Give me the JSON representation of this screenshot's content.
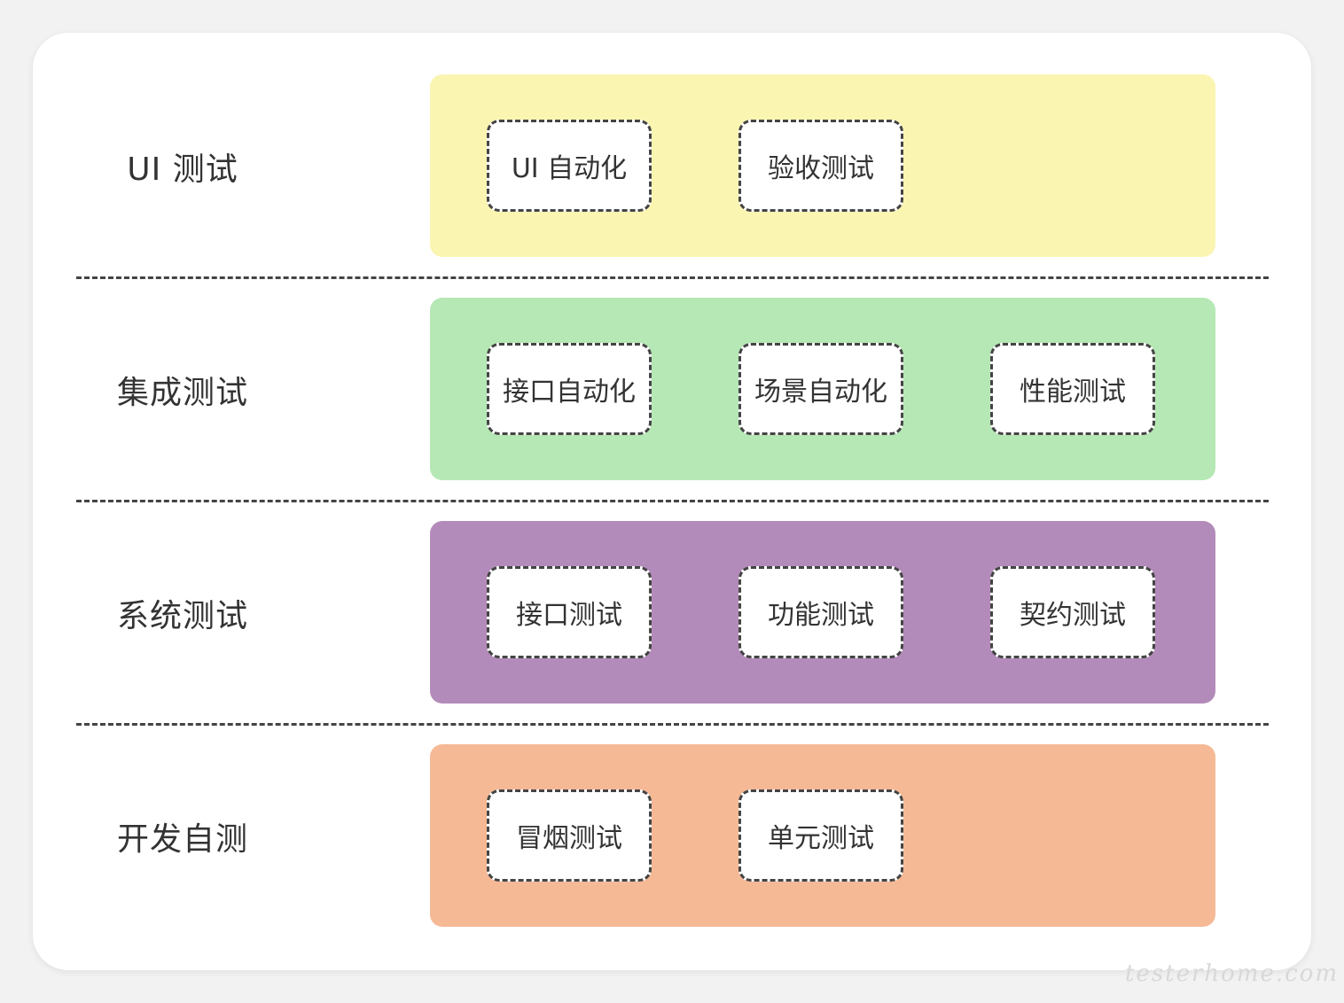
{
  "layers": [
    {
      "label": "UI 测试",
      "color": "#fbf5b2",
      "items": [
        "UI 自动化",
        "验收测试"
      ]
    },
    {
      "label": "集成测试",
      "color": "#b5e8b4",
      "items": [
        "接口自动化",
        "场景自动化",
        "性能测试"
      ]
    },
    {
      "label": "系统测试",
      "color": "#b38bba",
      "items": [
        "接口测试",
        "功能测试",
        "契约测试"
      ]
    },
    {
      "label": "开发自测",
      "color": "#f5b995",
      "items": [
        "冒烟测试",
        "单元测试"
      ]
    }
  ],
  "watermark": "testerhome.com"
}
